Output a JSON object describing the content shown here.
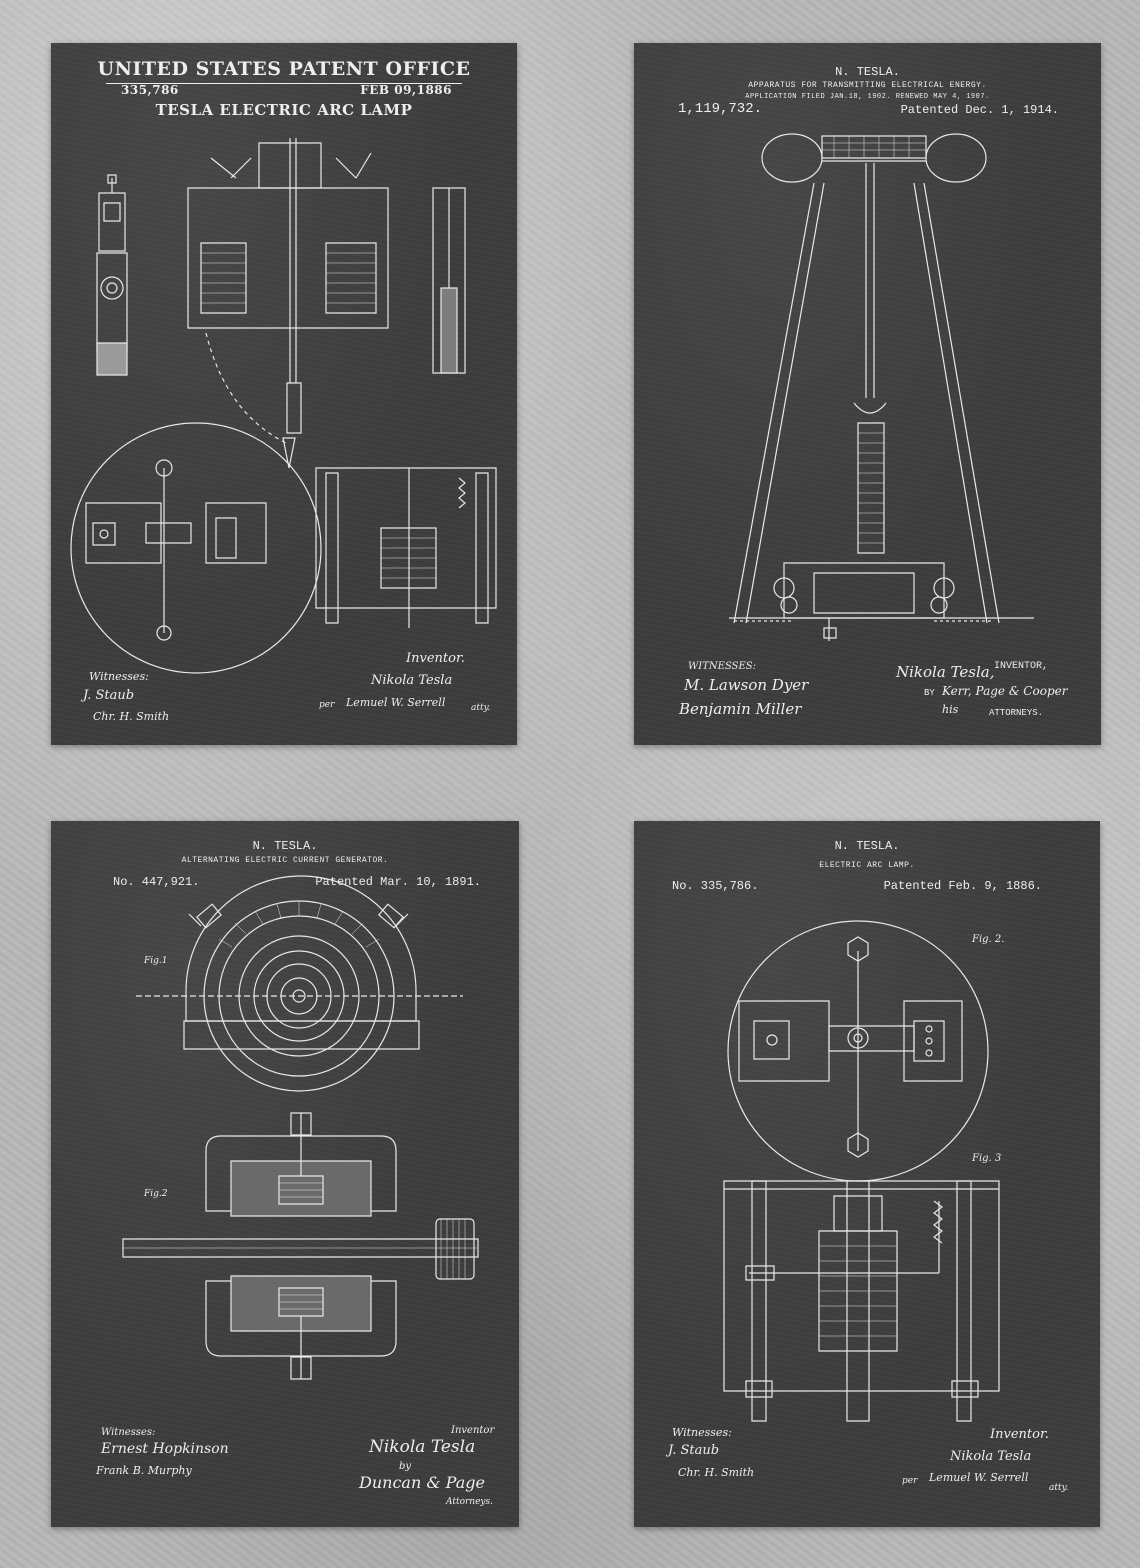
{
  "posters": [
    {
      "header_title": "UNITED STATES PATENT OFFICE",
      "number": "335,786",
      "date": "FEB 09,1886",
      "name": "TESLA ELECTRIC ARC LAMP",
      "inventor_label": "Inventor.",
      "inventor_sig": "Nikola Tesla",
      "witnesses_label": "Witnesses:",
      "witness1": "J. Staub",
      "witness2": "Chr. H. Smith",
      "attorney_prefix": "per",
      "attorney": "Lemuel W. Serrell",
      "attorney_suffix": "atty."
    },
    {
      "inventor_name": "N. TESLA.",
      "subtitle": "APPARATUS FOR TRANSMITTING ELECTRICAL ENERGY.",
      "application": "APPLICATION FILED JAN.18, 1902.  RENEWED MAY 4, 1907.",
      "number": "1,119,732.",
      "patented": "Patented Dec. 1, 1914.",
      "witnesses_label": "WITNESSES:",
      "witness1": "M. Lawson Dyer",
      "witness2": "Benjamin Miller",
      "inventor_sig": "Nikola Tesla,",
      "inventor_label": "INVENTOR,",
      "by_label": "BY",
      "attorney": "Kerr, Page & Cooper",
      "his_label": "his",
      "attorneys_label": "ATTORNEYS."
    },
    {
      "inventor_name": "N. TESLA.",
      "subtitle": "ALTERNATING ELECTRIC CURRENT GENERATOR.",
      "number": "No. 447,921.",
      "patented": "Patented Mar. 10, 1891.",
      "fig1": "Fig.1",
      "fig2": "Fig.2",
      "witnesses_label": "Witnesses:",
      "witness1": "Ernest Hopkinson",
      "witness2": "Frank B. Murphy",
      "inventor_label": "Inventor",
      "inventor_sig": "Nikola Tesla",
      "by_label": "by",
      "attorney": "Duncan & Page",
      "attorneys_label": "Attorneys."
    },
    {
      "inventor_name": "N. TESLA.",
      "subtitle": "ELECTRIC ARC LAMP.",
      "number": "No. 335,786.",
      "patented": "Patented Feb. 9, 1886.",
      "fig2": "Fig. 2.",
      "fig3": "Fig. 3",
      "witnesses_label": "Witnesses:",
      "witness1": "J. Staub",
      "witness2": "Chr. H. Smith",
      "inventor_label": "Inventor.",
      "inventor_sig": "Nikola Tesla",
      "attorney_prefix": "per",
      "attorney": "Lemuel W. Serrell",
      "attorney_suffix": "atty."
    }
  ],
  "colors": {
    "poster_bg": "#3d3d3d",
    "ink": "#eeeeee",
    "wall": "#b7b7b7"
  }
}
